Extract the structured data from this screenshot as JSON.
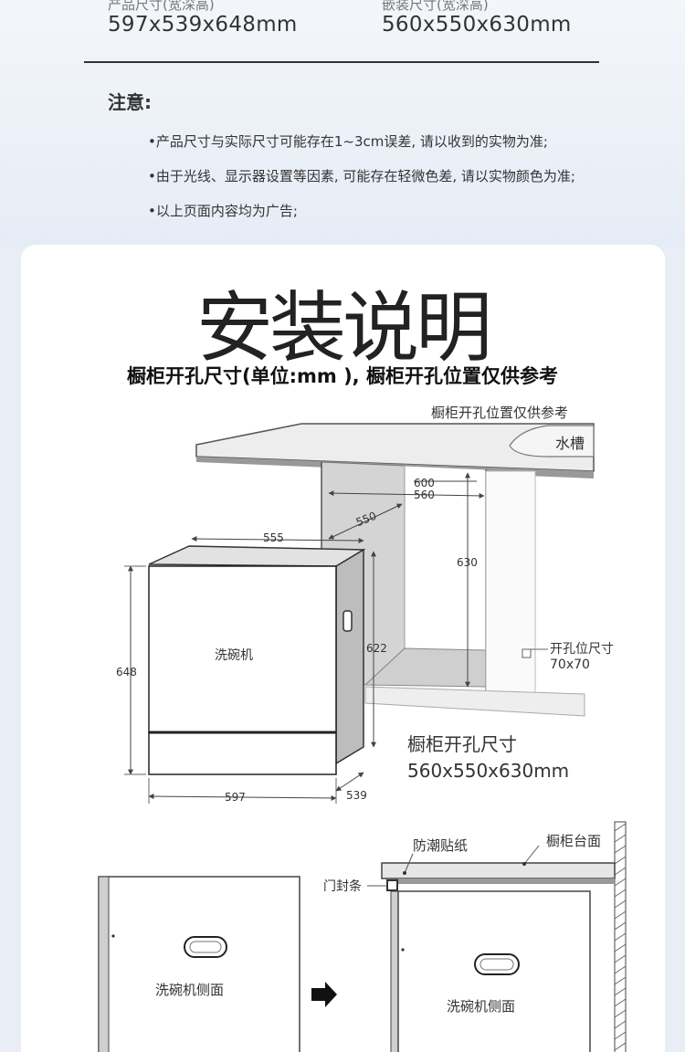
{
  "specs": [
    {
      "label": "产品尺寸(宽深高)",
      "value": "597x539x648mm"
    },
    {
      "label": "嵌装尺寸(宽深高)",
      "value": "560x550x630mm"
    }
  ],
  "notice": {
    "title": "注意:",
    "items": [
      "•产品尺寸与实际尺寸可能存在1~3cm误差, 请以收到的实物为准;",
      "•由于光线、显示器设置等因素, 可能存在轻微色差, 请以实物颜色为准;",
      "•以上页面内容均为广告;"
    ]
  },
  "install": {
    "title": "安装说明",
    "subtitle": "橱柜开孔尺寸(单位:mm ), 橱柜开孔位置仅供参考"
  },
  "diagram1": {
    "caption": "橱柜开孔位置仅供参考",
    "sink": "水槽",
    "dim_600": "600",
    "dim_560": "560",
    "dim_550": "550",
    "dim_630": "630",
    "dim_555": "555",
    "dim_622": "622",
    "dim_648": "648",
    "dim_597": "597",
    "dim_539": "539",
    "machine": "洗碗机",
    "hole_label": "开孔位尺寸",
    "hole_size": "70x70",
    "cab_label": "橱柜开孔尺寸",
    "cab_size": "560x550x630mm"
  },
  "diagram2": {
    "moisture": "防潮贴纸",
    "countertop": "橱柜台面",
    "door_seal": "门封条",
    "side_left": "洗碗机侧面",
    "side_right": "洗碗机侧面"
  },
  "colors": {
    "background": "#e9eef6",
    "card": "#ffffff",
    "line": "#333333",
    "cabinet_fill": "#d7d7d7"
  }
}
